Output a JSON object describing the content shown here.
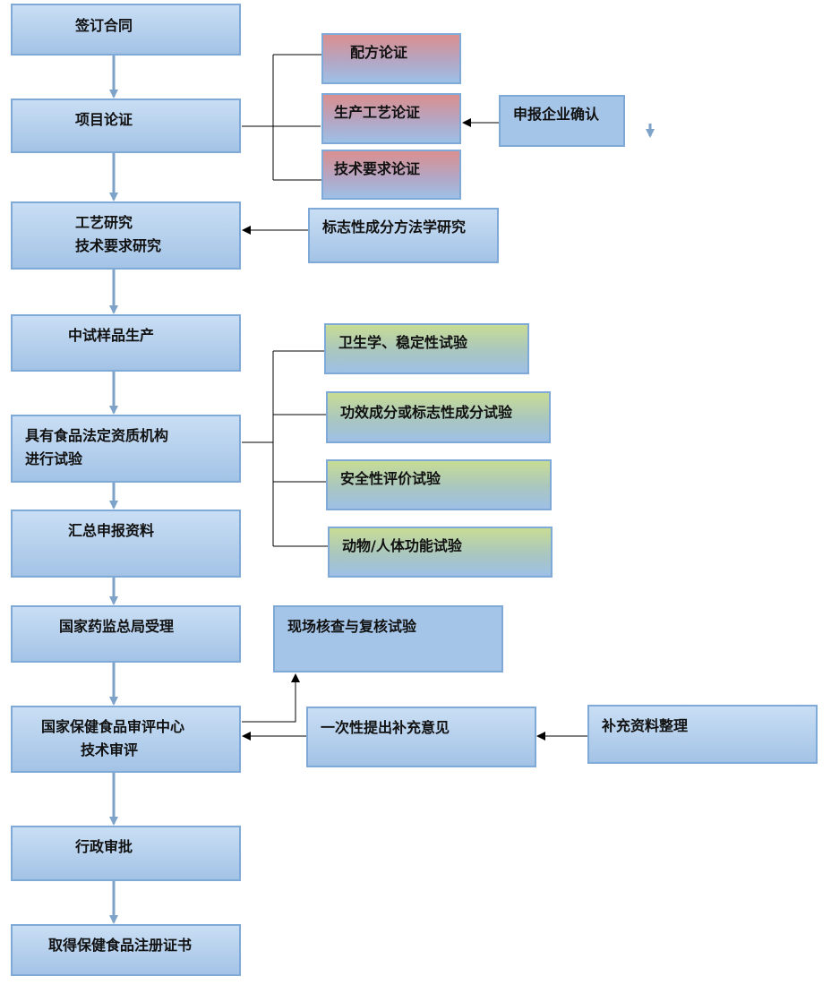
{
  "main_flow": {
    "sign_contract": "签订合同",
    "project_demo": "项目论证",
    "process_research_l1": "工艺研究",
    "process_research_l2": "技术要求研究",
    "pilot_production": "中试样品生产",
    "qualified_testing_l1": "具有食品法定资质机构",
    "qualified_testing_l2": "进行试验",
    "summarize_materials": "汇总申报资料",
    "sfda_acceptance": "国家药监总局受理",
    "tech_review_l1": "国家保健食品审评中心",
    "tech_review_l2": "技术审评",
    "admin_approval": "行政审批",
    "obtain_certificate": "取得保健食品注册证书"
  },
  "demo_branches": {
    "formula_demo": "配方论证",
    "production_process_demo": "生产工艺论证",
    "tech_requirement_demo": "技术要求论证",
    "enterprise_confirm": "申报企业确认"
  },
  "marker_method": "标志性成分方法学研究",
  "test_branches": {
    "hygiene_stability": "卫生学、稳定性试验",
    "efficacy_marker": "功效成分或标志性成分试验",
    "safety_evaluation": "安全性评价试验",
    "animal_human": "动物/人体功能试验"
  },
  "review_branches": {
    "onsite_inspection": "现场核查与复核试验",
    "supplement_opinion": "一次性提出补充意见",
    "supplement_organize": "补充资料整理"
  },
  "colors": {
    "main_box": "#a3c3e6",
    "demo_box": "#db8f8f",
    "test_box": "#c8dc94",
    "connector_arrow": "#7ea3c8",
    "connector_line": "#000000"
  }
}
